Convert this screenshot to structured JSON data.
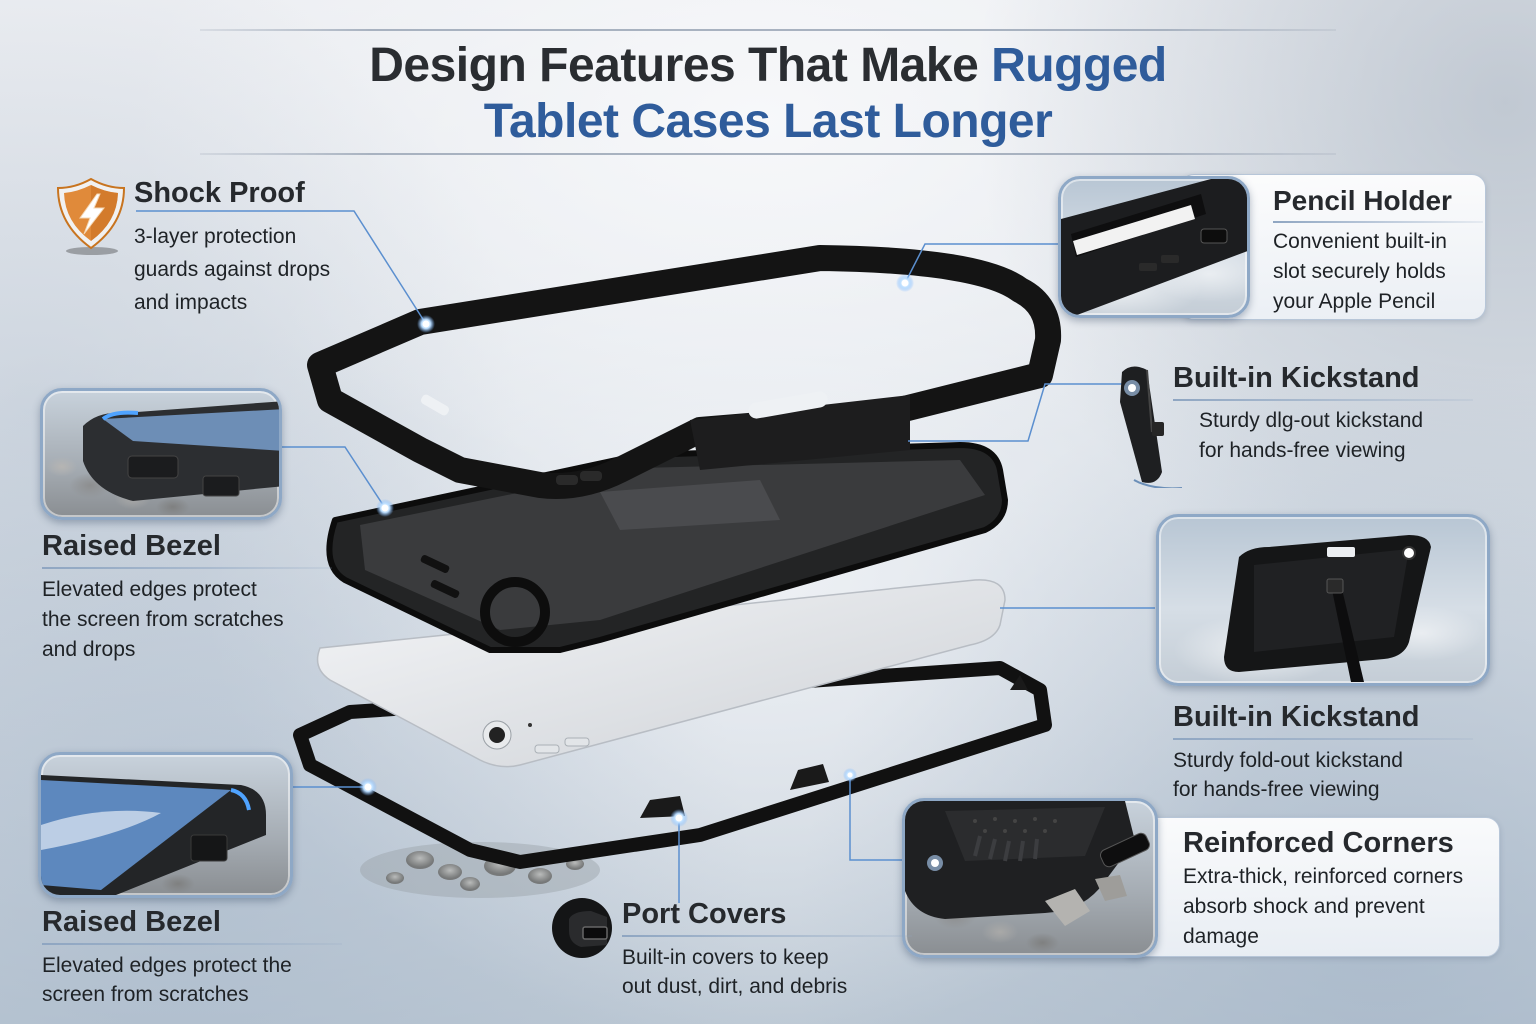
{
  "header": {
    "title_part1": "Design Features That Make ",
    "title_accent1": "Rugged",
    "title_accent2": "Tablet Cases Last Longer"
  },
  "colors": {
    "title_dark": "#2a2d31",
    "title_accent": "#2f5c9b",
    "callout_line": "#5b8fcf",
    "shield_orange": "#e08a3a"
  },
  "features": {
    "shock_proof": {
      "icon": "shield-lightning-icon",
      "title": "Shock Proof",
      "lines": [
        "3-layer protection",
        "guards against drops",
        "and impacts"
      ]
    },
    "raised_bezel_1": {
      "title": "Raised Bezel",
      "lines": [
        "Elevated edges protect",
        "the screen from scratches",
        "and drops"
      ]
    },
    "raised_bezel_2": {
      "title": "Raised Bezel",
      "lines": [
        "Elevated edges protect the",
        "screen from scratches"
      ]
    },
    "pencil_holder": {
      "title": "Pencil Holder",
      "lines": [
        "Convenient built-in",
        "slot securely holds",
        "your Apple Pencil"
      ]
    },
    "kickstand_1": {
      "title": "Built-in Kickstand",
      "lines": [
        "Sturdy dlg-out kickstand",
        "for hands-free viewing"
      ]
    },
    "kickstand_2": {
      "title": "Built-in Kickstand",
      "lines": [
        "Sturdy fold-out kickstand",
        "for hands-free viewing"
      ]
    },
    "reinforced_corners": {
      "title": "Reinforced Corners",
      "lines": [
        "Extra-thick, reinforced corners",
        "absorb shock and prevent",
        "damage"
      ]
    },
    "port_covers": {
      "icon": "port-cover-icon",
      "title": "Port Covers",
      "lines": [
        "Built-in covers to keep",
        "out dust, dirt, and debris"
      ]
    }
  }
}
